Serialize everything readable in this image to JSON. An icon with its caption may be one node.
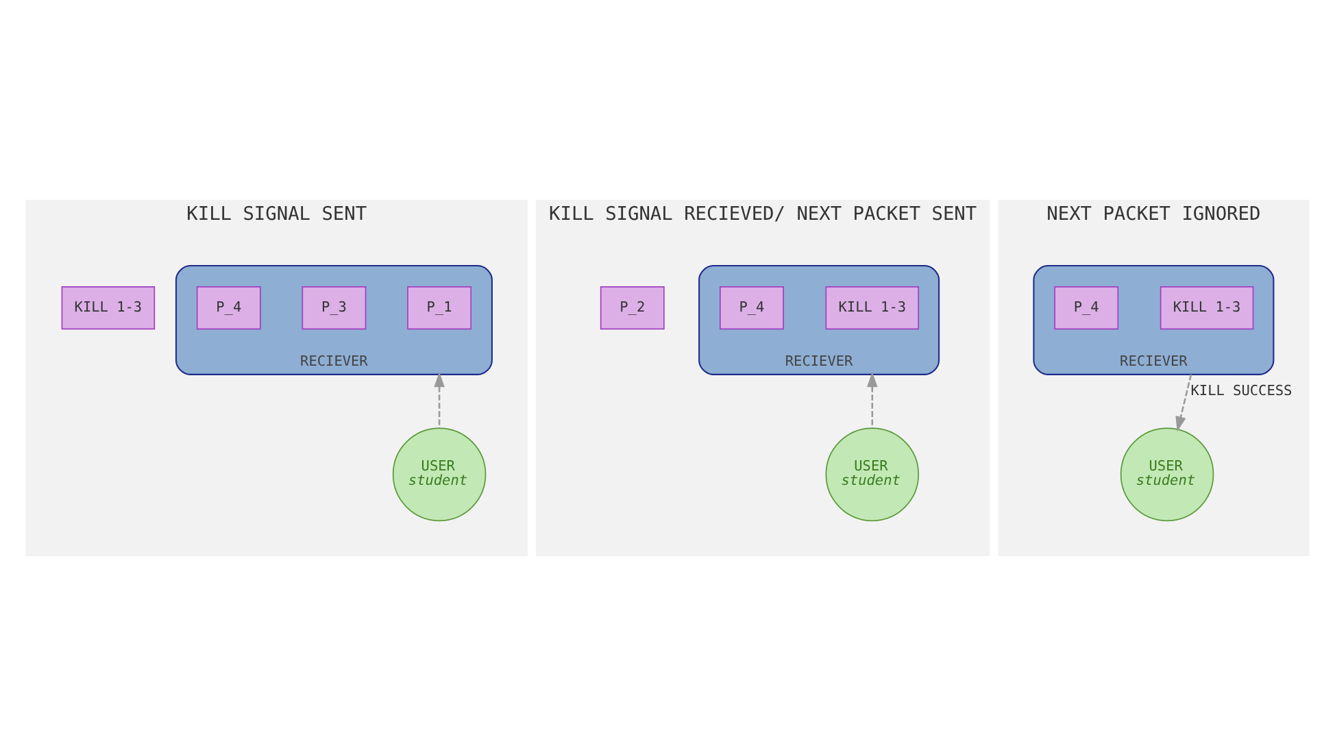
{
  "diagram": {
    "nodes": [
      {
        "text": [
          "KILL SIGNAL SENT"
        ]
      },
      {
        "text": [],
        "shape": "cylinder",
        "in": 0,
        "beside": [
          "RECIEVER"
        ]
      },
      {
        "text": [
          "P_1"
        ],
        "in": 1
      },
      {
        "text": [
          "P_3"
        ],
        "in": 1
      },
      {
        "text": [
          "P_4"
        ],
        "in": 1
      },
      {
        "text": [
          "KILL 1-3"
        ],
        "in": 0
      },
      {
        "text": [
          "USER",
          "student"
        ],
        "in": 0
      },
      {
        "text": [
          "KILL SIGNAL RECIEVED/ NEXT PACKET SENT"
        ]
      },
      {
        "text": [],
        "shape": "cylinder",
        "in": 7,
        "beside": [
          "RECIEVER"
        ]
      },
      {
        "text": [
          "KILL 1-3"
        ],
        "in": 8
      },
      {
        "text": [
          "P_4"
        ],
        "in": 8
      },
      {
        "text": [
          "P_2"
        ],
        "in": 7
      },
      {
        "text": [
          "USER",
          "student"
        ],
        "in": 7
      },
      {
        "text": [
          "NEXT PACKET IGNORED"
        ]
      },
      {
        "text": [],
        "shape": "cylinder",
        "in": 13,
        "beside": [
          "RECIEVER"
        ]
      },
      {
        "text": [
          "KILL 1-3"
        ],
        "in": 14
      },
      {
        "text": [
          "P_4"
        ],
        "in": 14
      },
      {
        "text": [
          "USER",
          "student"
        ],
        "in": 13
      }
    ],
    "edges": [
      {
        "from": 6,
        "to": 1,
        "arrow": "to",
        "style": "dashed"
      },
      {
        "from": 12,
        "to": 8,
        "arrow": "to",
        "style": "dashed"
      },
      {
        "from": 14,
        "to": 17,
        "arrow": "to",
        "style": "dashed",
        "label": "KILL SUCCESS"
      }
    ]
  }
}
